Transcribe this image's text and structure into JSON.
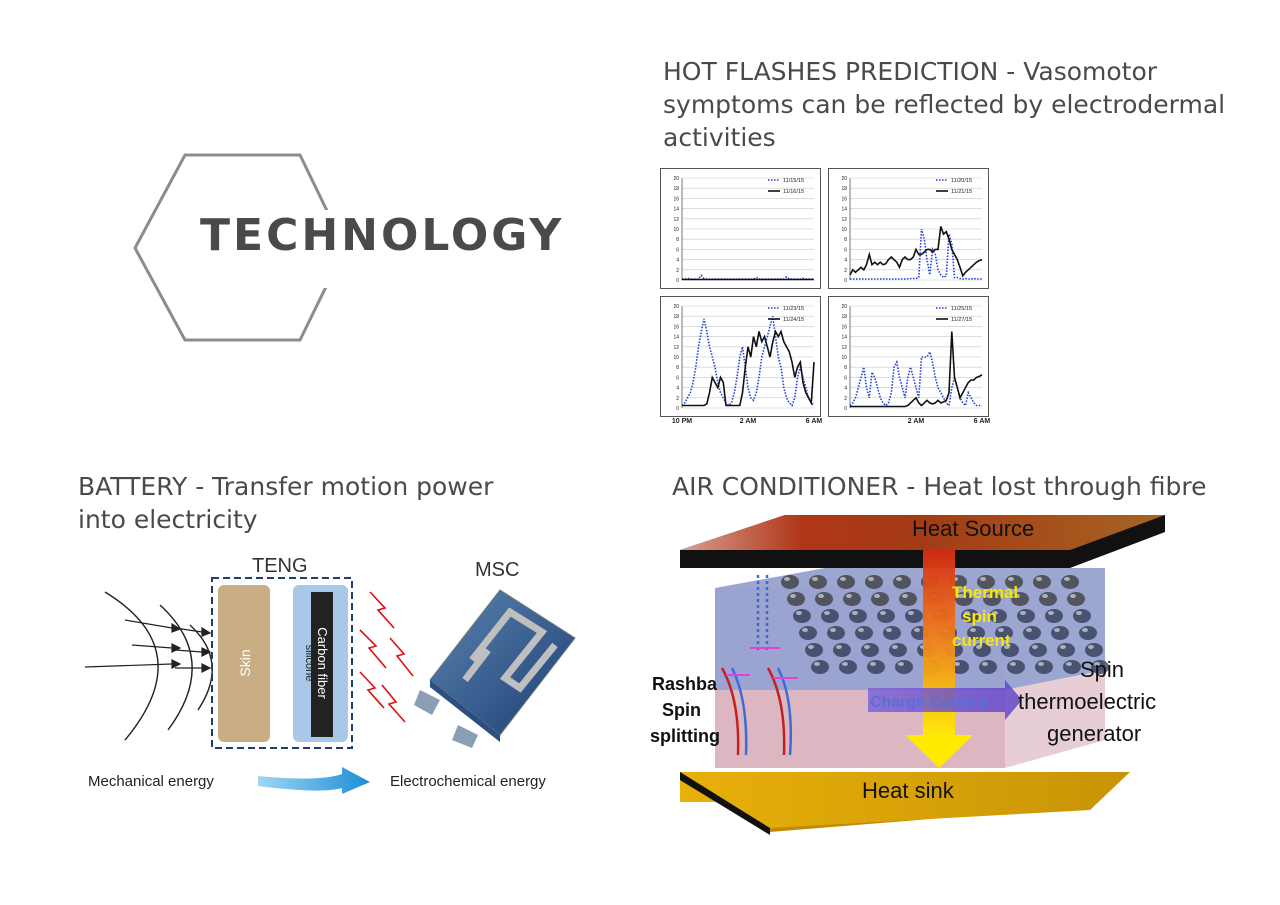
{
  "hero": {
    "title": "TECHNOLOGY"
  },
  "hot_flashes": {
    "title_line1": "HOT FLASHES PREDICTION - Vasomotor",
    "title_line2": "symptoms can be reflected by electrodermal",
    "title_line3": "activities",
    "charts": [
      {
        "type": "line",
        "x_ticks": [],
        "y_ticks": [
          "0",
          "2",
          "4",
          "6",
          "8",
          "10",
          "12",
          "14",
          "16",
          "18",
          "20"
        ],
        "ylim": [
          0,
          20
        ],
        "series": [
          {
            "name": "11/15/15",
            "style": "dotted",
            "color": "#1f3fd6",
            "x": [
              0,
              1,
              2,
              3,
              4,
              5,
              6,
              7,
              8,
              9,
              10,
              11,
              12,
              13,
              14,
              15,
              16,
              17,
              18,
              19,
              20,
              21,
              22,
              23,
              24,
              25,
              26,
              27,
              28,
              29,
              30,
              31,
              32,
              33,
              34,
              35,
              36,
              37,
              38,
              39,
              40,
              41,
              42,
              43,
              44,
              45,
              46,
              47,
              48
            ],
            "y": [
              0.2,
              0.2,
              0.3,
              0.2,
              0.2,
              0.2,
              0.2,
              0.9,
              0.3,
              0.2,
              0.2,
              0.2,
              0.2,
              0.2,
              0.2,
              0.2,
              0.2,
              0.2,
              0.2,
              0.2,
              0.2,
              0.2,
              0.2,
              0.2,
              0.2,
              0.2,
              0.2,
              0.5,
              0.2,
              0.2,
              0.2,
              0.2,
              0.2,
              0.2,
              0.2,
              0.2,
              0.2,
              0.2,
              0.6,
              0.2,
              0.2,
              0.2,
              0.2,
              0.2,
              0.3,
              0.2,
              0.2,
              0.2,
              0.2
            ]
          },
          {
            "name": "11/16/15",
            "style": "solid",
            "color": "#111111",
            "x": [
              0,
              48
            ],
            "y": [
              0.1,
              0.1
            ]
          }
        ]
      },
      {
        "type": "line",
        "x_ticks": [],
        "y_ticks": [
          "0",
          "2",
          "4",
          "6",
          "8",
          "10",
          "12",
          "14",
          "16",
          "18",
          "20"
        ],
        "ylim": [
          0,
          20
        ],
        "series": [
          {
            "name": "11/20/15",
            "style": "dotted",
            "color": "#1f3fd6",
            "x": [
              0,
              4,
              8,
              12,
              16,
              20,
              22,
              24,
              25,
              26,
              27,
              28,
              29,
              30,
              31,
              32,
              33,
              34,
              35,
              36,
              37,
              38,
              39,
              40,
              41,
              42,
              43,
              44,
              45,
              46,
              47,
              48
            ],
            "y": [
              0.2,
              0.2,
              0.2,
              0.2,
              0.2,
              0.2,
              0.3,
              0.3,
              0.5,
              10,
              8,
              4,
              1,
              6,
              5,
              2,
              1,
              0.5,
              0.8,
              9,
              7,
              0.5,
              0.5,
              0.3,
              0.2,
              0.3,
              0.2,
              0.2,
              0.3,
              0.2,
              0.2,
              0.2
            ]
          },
          {
            "name": "11/21/15",
            "style": "solid",
            "color": "#111111",
            "x": [
              0,
              1,
              2,
              3,
              4,
              5,
              6,
              7,
              8,
              9,
              10,
              11,
              12,
              13,
              14,
              15,
              16,
              17,
              18,
              19,
              20,
              21,
              22,
              23,
              24,
              25,
              26,
              27,
              28,
              29,
              30,
              31,
              32,
              33,
              34,
              35,
              36,
              37,
              38,
              39,
              40,
              41,
              42,
              43,
              44,
              45,
              46,
              47,
              48
            ],
            "y": [
              1,
              2,
              1.5,
              2,
              2.5,
              2,
              3,
              5,
              3,
              3.5,
              3,
              3.5,
              3,
              3.2,
              4,
              4.5,
              4,
              3.5,
              2.5,
              4,
              4.5,
              4,
              4,
              4.5,
              6,
              5,
              5,
              5.5,
              6,
              6,
              5.5,
              6,
              6,
              10.5,
              9,
              9.5,
              8,
              6,
              5,
              4,
              2.5,
              0.8,
              1.5,
              2,
              2.5,
              3,
              3.5,
              3.8,
              4
            ]
          }
        ]
      },
      {
        "type": "line",
        "x_ticks": [
          "10 PM",
          "2 AM",
          "6 AM"
        ],
        "y_ticks": [
          "0",
          "2",
          "4",
          "6",
          "8",
          "10",
          "12",
          "14",
          "16",
          "18",
          "20"
        ],
        "ylim": [
          0,
          20
        ],
        "series": [
          {
            "name": "11/23/15",
            "style": "dotted",
            "color": "#1f3fd6",
            "x": [
              0,
              1,
              2,
              3,
              4,
              5,
              6,
              7,
              8,
              9,
              10,
              11,
              12,
              13,
              14,
              15,
              16,
              17,
              18,
              19,
              20,
              21,
              22,
              23,
              24,
              25,
              26,
              27,
              28,
              29,
              30,
              31,
              32,
              33,
              34,
              35,
              36,
              37,
              38,
              39,
              40,
              41,
              42,
              43,
              44,
              45,
              46,
              47,
              48
            ],
            "y": [
              0.5,
              1,
              2,
              3,
              5,
              8,
              12,
              15,
              17.5,
              15,
              12,
              10,
              8,
              5,
              3,
              2,
              1,
              0.5,
              1,
              3,
              6,
              10,
              12,
              8,
              4,
              2,
              1.5,
              3,
              6,
              10,
              12,
              14,
              16,
              18,
              14,
              10,
              8,
              4,
              2,
              1,
              0.5,
              2,
              6,
              8,
              6,
              4,
              2,
              1,
              0.5
            ]
          },
          {
            "name": "11/24/15",
            "style": "solid",
            "color": "#111111",
            "x": [
              0,
              1,
              2,
              3,
              4,
              5,
              6,
              7,
              8,
              9,
              10,
              11,
              12,
              13,
              14,
              15,
              16,
              17,
              18,
              19,
              20,
              21,
              22,
              23,
              24,
              25,
              26,
              27,
              28,
              29,
              30,
              31,
              32,
              33,
              34,
              35,
              36,
              37,
              38,
              39,
              40,
              41,
              42,
              43,
              44,
              45,
              46,
              47,
              48
            ],
            "y": [
              0.5,
              0.5,
              0.5,
              0.5,
              0.5,
              0.5,
              0.5,
              0.5,
              0.5,
              0.8,
              3,
              6,
              5,
              4,
              6,
              5,
              0.5,
              0.5,
              0.5,
              0.5,
              0.5,
              0.5,
              3,
              8,
              12,
              10,
              14,
              12,
              15,
              13,
              14,
              12,
              10,
              13,
              15,
              14,
              15,
              13,
              12,
              11,
              9,
              6,
              8,
              9,
              5,
              3,
              2,
              1,
              9
            ]
          }
        ]
      },
      {
        "type": "line",
        "x_ticks": [
          "2 AM",
          "6 AM"
        ],
        "y_ticks": [
          "0",
          "2",
          "4",
          "6",
          "8",
          "10",
          "12",
          "14",
          "16",
          "18",
          "20"
        ],
        "ylim": [
          0,
          20
        ],
        "series": [
          {
            "name": "11/25/15",
            "style": "dotted",
            "color": "#1f3fd6",
            "x": [
              0,
              1,
              2,
              3,
              4,
              5,
              6,
              7,
              8,
              9,
              10,
              11,
              12,
              13,
              14,
              15,
              16,
              17,
              18,
              19,
              20,
              21,
              22,
              23,
              24,
              25,
              26,
              27,
              28,
              29,
              30,
              31,
              32,
              33,
              34,
              35,
              36,
              37,
              38,
              39,
              40,
              41,
              42,
              43,
              44,
              45,
              46,
              47,
              48
            ],
            "y": [
              0.5,
              1,
              2,
              4,
              6,
              8,
              4,
              2,
              7,
              6,
              4,
              2,
              1,
              0.5,
              1,
              3,
              8,
              9,
              6,
              4,
              2,
              6,
              8,
              6,
              4,
              2,
              10,
              10,
              10,
              11,
              9,
              6,
              4,
              3,
              2,
              1,
              0.5,
              4,
              6,
              4,
              2,
              1,
              0.5,
              3,
              2,
              1,
              0.5,
              0.5,
              0.5
            ]
          },
          {
            "name": "11/27/15",
            "style": "solid",
            "color": "#111111",
            "x": [
              0,
              1,
              2,
              3,
              4,
              5,
              6,
              7,
              8,
              9,
              10,
              11,
              12,
              13,
              14,
              15,
              16,
              17,
              18,
              19,
              20,
              21,
              22,
              23,
              24,
              25,
              26,
              27,
              28,
              29,
              30,
              31,
              32,
              33,
              34,
              35,
              36,
              37,
              38,
              39,
              40,
              41,
              42,
              43,
              44,
              45,
              46,
              47,
              48
            ],
            "y": [
              0.3,
              0.3,
              0.3,
              0.3,
              0.3,
              0.3,
              0.3,
              0.3,
              0.3,
              0.3,
              0.3,
              0.3,
              0.3,
              0.3,
              0.3,
              0.3,
              0.3,
              0.3,
              0.3,
              0.3,
              0.3,
              0.5,
              1,
              1.5,
              2,
              1,
              0.5,
              1,
              1.5,
              1,
              0.8,
              1,
              1.5,
              1,
              1.2,
              1.5,
              3,
              15,
              6,
              4,
              2,
              3,
              4,
              5,
              5.5,
              5.5,
              6,
              6.2,
              6.5
            ]
          }
        ]
      }
    ]
  },
  "battery": {
    "title_line1": "BATTERY - Transfer motion power",
    "title_line2": "into electricity",
    "teng_label": "TENG",
    "msc_label": "MSC",
    "skin_label": "Skin",
    "silicone_label": "silicone",
    "carbon_label": "Carbon fiber",
    "mechanical_label": "Mechanical energy",
    "electrochemical_label": "Electrochemical energy"
  },
  "air_conditioner": {
    "title": "AIR CONDITIONER - Heat lost through fibre",
    "heat_source": "Heat Source",
    "thermal_line1": "Thermal",
    "thermal_line2": "spin",
    "thermal_line3": "current",
    "charge_current": "Charge Current",
    "rashba_line1": "Rashba",
    "rashba_line2": "Spin",
    "rashba_line3": "splitting",
    "spin_line1": "Spin",
    "spin_line2": "thermoelectric",
    "spin_line3": "generator",
    "heat_sink": "Heat sink"
  }
}
